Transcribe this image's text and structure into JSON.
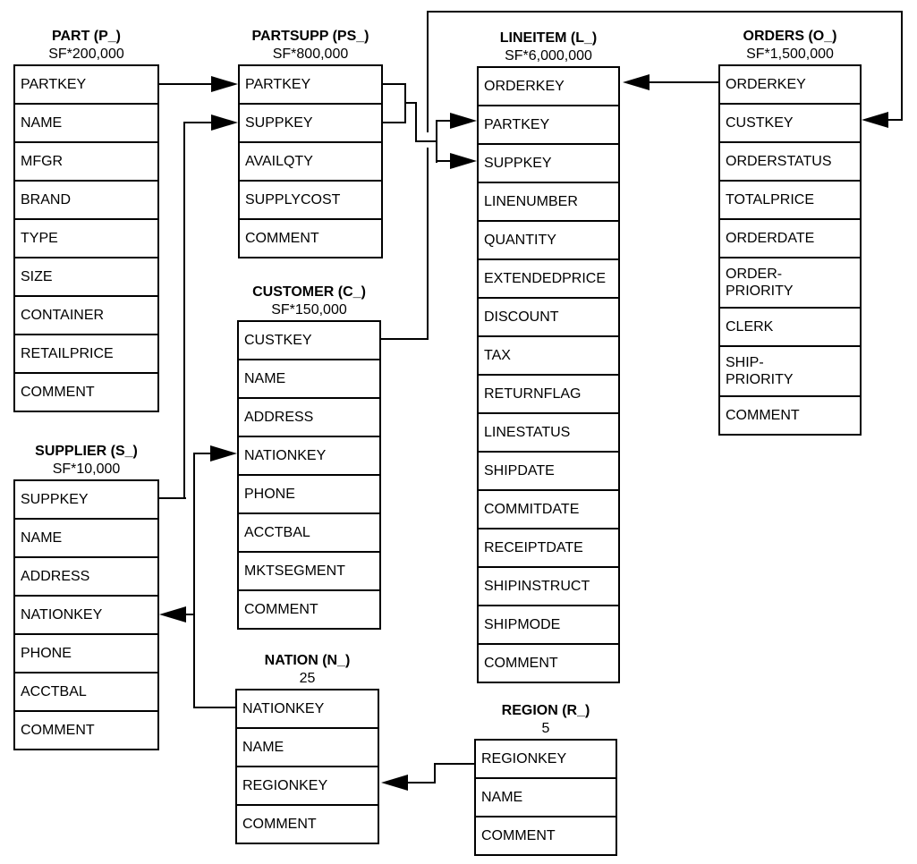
{
  "colors": {
    "line": "#000000",
    "background": "#ffffff",
    "text": "#000000"
  },
  "tables": {
    "part": {
      "title": "PART (P_)",
      "cardinality": "SF*200,000",
      "rows": [
        "PARTKEY",
        "NAME",
        "MFGR",
        "BRAND",
        "TYPE",
        "SIZE",
        "CONTAINER",
        "RETAILPRICE",
        "COMMENT"
      ]
    },
    "partsupp": {
      "title": "PARTSUPP (PS_)",
      "cardinality": "SF*800,000",
      "rows": [
        "PARTKEY",
        "SUPPKEY",
        "AVAILQTY",
        "SUPPLYCOST",
        "COMMENT"
      ]
    },
    "lineitem": {
      "title": "LINEITEM (L_)",
      "cardinality": "SF*6,000,000",
      "rows": [
        "ORDERKEY",
        "PARTKEY",
        "SUPPKEY",
        "LINENUMBER",
        "QUANTITY",
        "EXTENDEDPRICE",
        "DISCOUNT",
        "TAX",
        "RETURNFLAG",
        "LINESTATUS",
        "SHIPDATE",
        "COMMITDATE",
        "RECEIPTDATE",
        "SHIPINSTRUCT",
        "SHIPMODE",
        "COMMENT"
      ]
    },
    "orders": {
      "title": "ORDERS (O_)",
      "cardinality": "SF*1,500,000",
      "rows": [
        "ORDERKEY",
        "CUSTKEY",
        "ORDERSTATUS",
        "TOTALPRICE",
        "ORDERDATE",
        "ORDER-\nPRIORITY",
        "CLERK",
        "SHIP-\nPRIORITY",
        "COMMENT"
      ]
    },
    "customer": {
      "title": "CUSTOMER (C_)",
      "cardinality": "SF*150,000",
      "rows": [
        "CUSTKEY",
        "NAME",
        "ADDRESS",
        "NATIONKEY",
        "PHONE",
        "ACCTBAL",
        "MKTSEGMENT",
        "COMMENT"
      ]
    },
    "supplier": {
      "title": "SUPPLIER (S_)",
      "cardinality": "SF*10,000",
      "rows": [
        "SUPPKEY",
        "NAME",
        "ADDRESS",
        "NATIONKEY",
        "PHONE",
        "ACCTBAL",
        "COMMENT"
      ]
    },
    "nation": {
      "title": "NATION (N_)",
      "cardinality": "25",
      "rows": [
        "NATIONKEY",
        "NAME",
        "REGIONKEY",
        "COMMENT"
      ]
    },
    "region": {
      "title": "REGION (R_)",
      "cardinality": "5",
      "rows": [
        "REGIONKEY",
        "NAME",
        "COMMENT"
      ]
    }
  },
  "relationships": [
    {
      "from": "PART.PARTKEY",
      "to": "PARTSUPP.PARTKEY"
    },
    {
      "from": "SUPPLIER.SUPPKEY",
      "to": "PARTSUPP.SUPPKEY"
    },
    {
      "from": "PARTSUPP.PARTKEY",
      "to": "LINEITEM.PARTKEY"
    },
    {
      "from": "PARTSUPP.SUPPKEY",
      "to": "LINEITEM.SUPPKEY"
    },
    {
      "from": "ORDERS.ORDERKEY",
      "to": "LINEITEM.ORDERKEY"
    },
    {
      "from": "CUSTOMER.CUSTKEY",
      "to": "ORDERS.CUSTKEY"
    },
    {
      "from": "NATION.NATIONKEY",
      "to": "CUSTOMER.NATIONKEY"
    },
    {
      "from": "NATION.NATIONKEY",
      "to": "SUPPLIER.NATIONKEY"
    },
    {
      "from": "REGION.REGIONKEY",
      "to": "NATION.REGIONKEY"
    }
  ]
}
